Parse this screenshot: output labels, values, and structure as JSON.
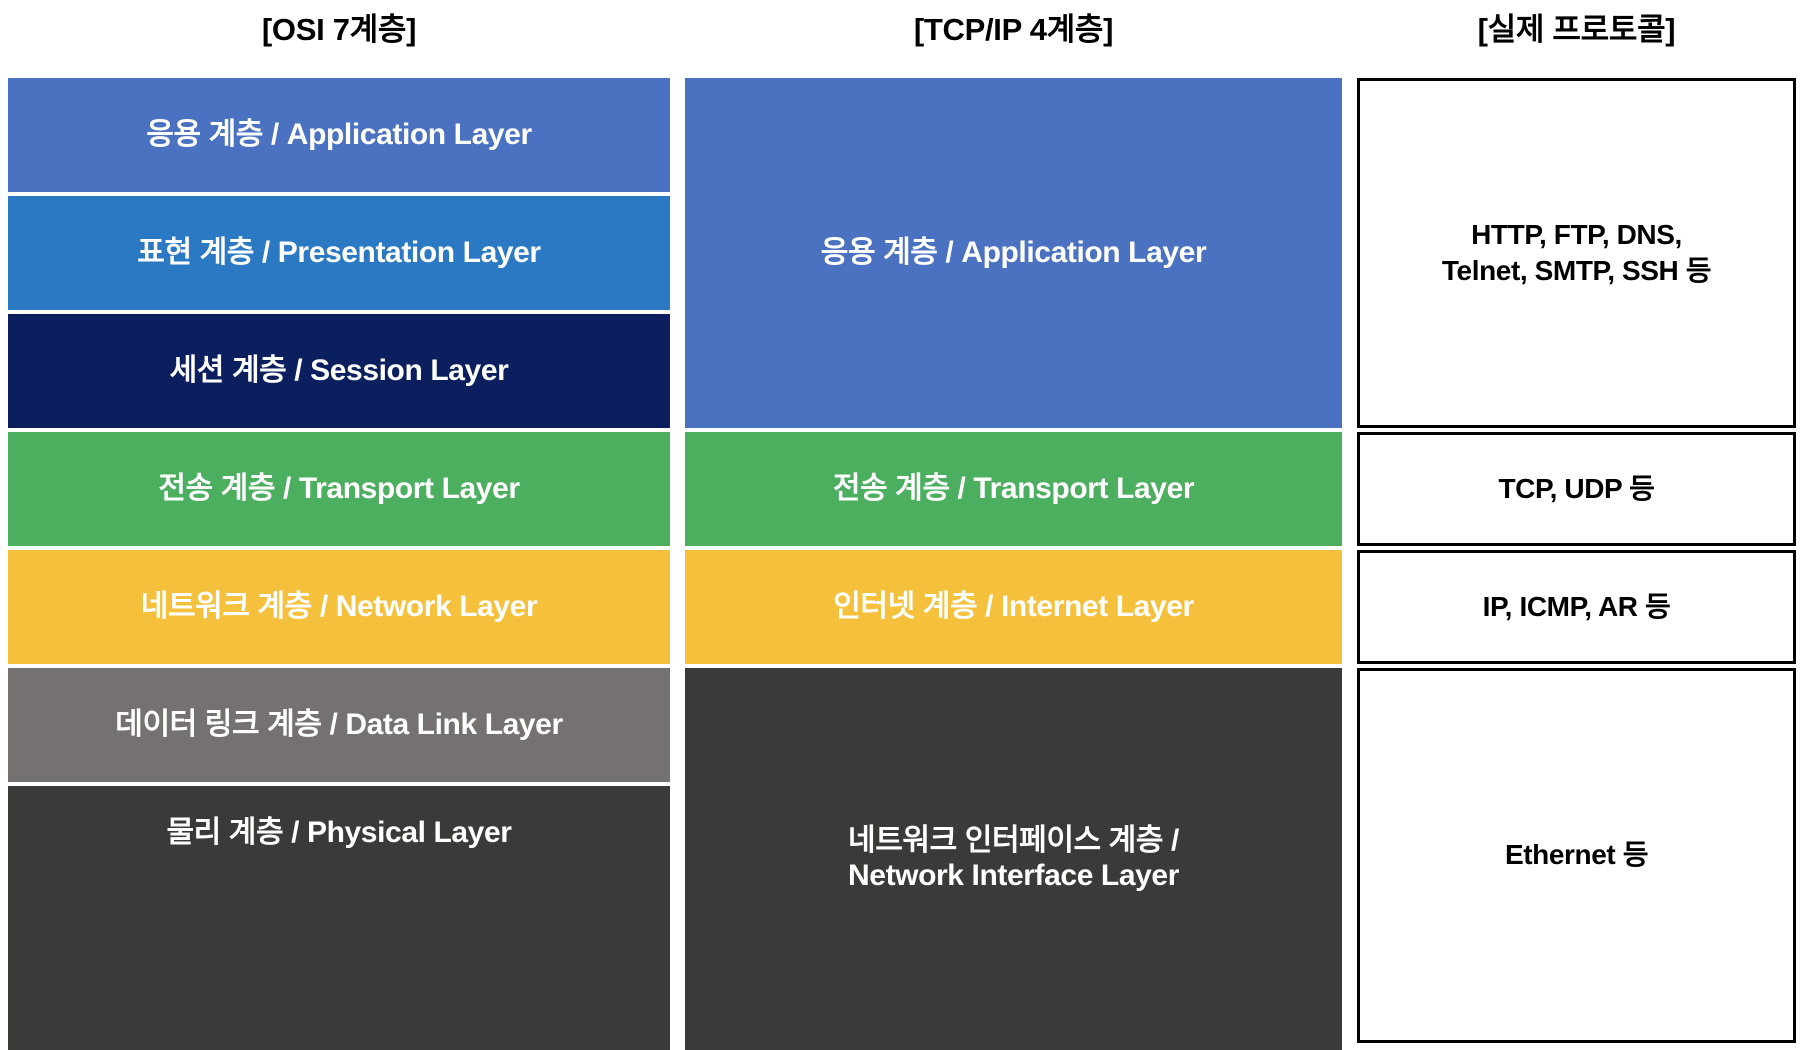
{
  "diagram": {
    "title": "OSI 7 Layer vs TCP/IP 4 Layer vs Protocols",
    "headers": {
      "osi": "[OSI 7계층]",
      "tcpip": "[TCP/IP 4계층]",
      "protocol": "[실제 프로토콜]"
    },
    "colors": {
      "application": "#4a72c0",
      "presentation": "#2b79c2",
      "session": "#0b1f5e",
      "transport": "#4caf60",
      "network": "#f5c13d",
      "datalink": "#767171",
      "physical": "#3a3a38",
      "protocol_border": "#000000",
      "protocol_fill": "#ffffff",
      "page_background": "#ffffff",
      "text_on_block": "#ffffff",
      "text_on_protocol": "#000000"
    },
    "osi_layers": [
      {
        "name": "응용 계층 / Application Layer",
        "color": "#4a72c0"
      },
      {
        "name": "표현 계층 / Presentation Layer",
        "color": "#2b79c2"
      },
      {
        "name": "세션 계층 / Session Layer",
        "color": "#0b1f5e"
      },
      {
        "name": "전송 계층 / Transport Layer",
        "color": "#4caf60"
      },
      {
        "name": "네트워크 계층 / Network Layer",
        "color": "#f5c13d"
      },
      {
        "name": "데이터 링크 계층 / Data Link Layer",
        "color": "#767171"
      },
      {
        "name": "물리 계층 / Physical Layer",
        "color": "#3a3a38"
      }
    ],
    "tcpip_layers": [
      {
        "name_line1": "응용 계층 / Application Layer",
        "name_line2": "",
        "color": "#4a72c0"
      },
      {
        "name_line1": "전송 계층 / Transport Layer",
        "name_line2": "",
        "color": "#4caf60"
      },
      {
        "name_line1": "인터넷 계층 / Internet Layer",
        "name_line2": "",
        "color": "#f5c13d"
      },
      {
        "name_line1": "네트워크 인터페이스 계층 /",
        "name_line2": "Network Interface Layer",
        "color": "#3a3a38"
      }
    ],
    "protocols": [
      {
        "line1": "HTTP, FTP, DNS,",
        "line2": "Telnet, SMTP, SSH 등"
      },
      {
        "line1": "TCP, UDP 등",
        "line2": ""
      },
      {
        "line1": "IP, ICMP, AR 등",
        "line2": ""
      },
      {
        "line1": "Ethernet 등",
        "line2": ""
      }
    ]
  }
}
